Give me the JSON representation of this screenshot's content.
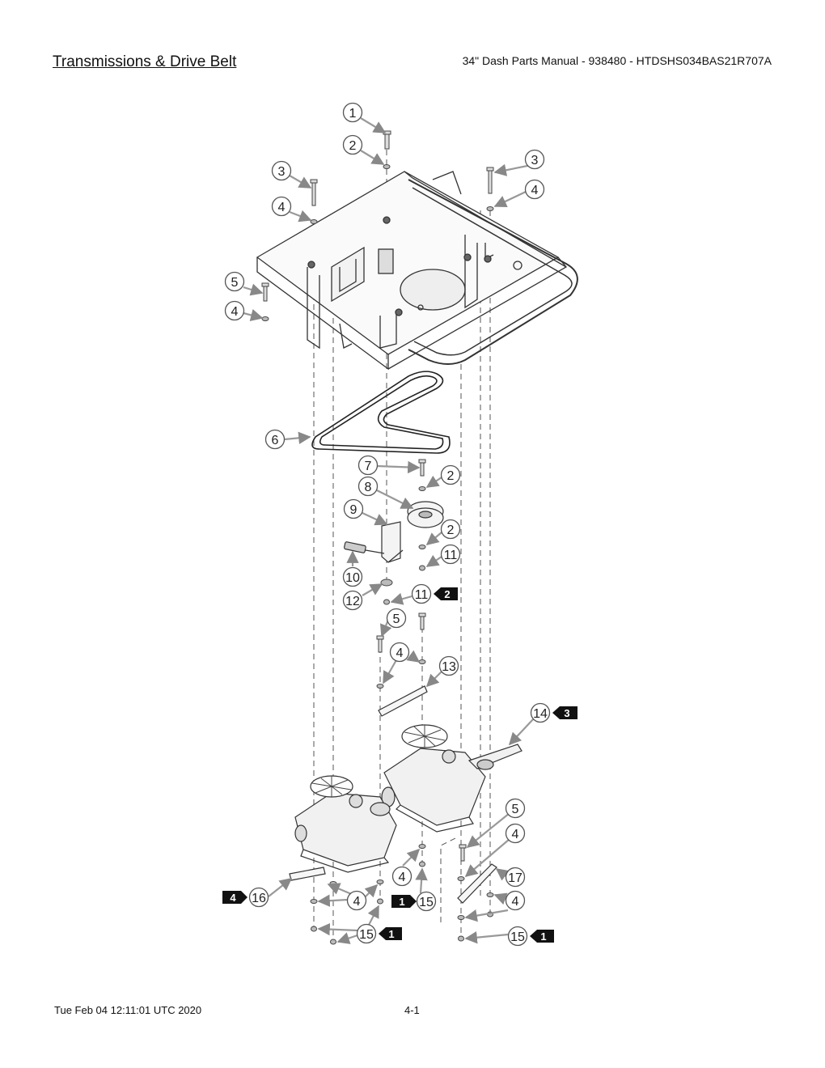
{
  "header": {
    "section_title": "Transmissions & Drive Belt",
    "manual_title": "34\" Dash Parts Manual - 938480 - HTDSHS034BAS21R707A"
  },
  "footer": {
    "timestamp": "Tue Feb 04 12:11:01 UTC 2020",
    "page_number": "4-1"
  },
  "callouts": {
    "c1": "1",
    "c2a": "2",
    "c3a": "3",
    "c4a": "4",
    "c3b": "3",
    "c4b": "4",
    "c5a": "5",
    "c4c": "4",
    "c6": "6",
    "c7": "7",
    "c2b": "2",
    "c8": "8",
    "c9": "9",
    "c2c": "2",
    "c11a": "11",
    "c10": "10",
    "c12": "12",
    "c11b": "11",
    "c5b": "5",
    "c4d": "4",
    "c13": "13",
    "c14": "14",
    "c5c": "5",
    "c4e": "4",
    "c17": "17",
    "c4f": "4",
    "c4g": "4",
    "c16": "16",
    "c15a": "15",
    "c4h": "4",
    "c15b": "15",
    "c15c": "15"
  },
  "tags": {
    "t11b": "2",
    "t14": "3",
    "t16": "4",
    "t15a": "1",
    "t15b": "1",
    "t15c": "1"
  }
}
